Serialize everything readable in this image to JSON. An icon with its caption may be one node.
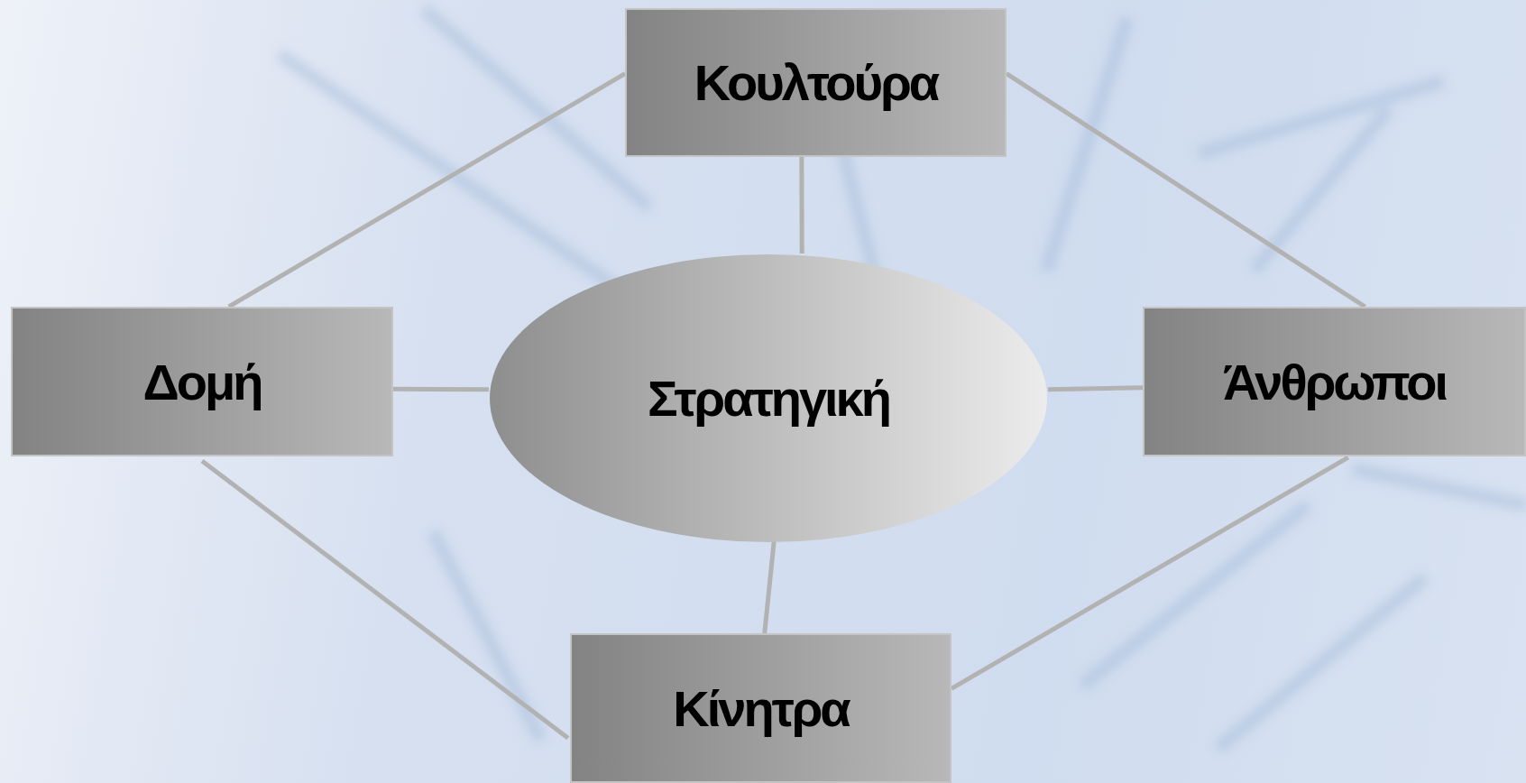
{
  "diagram": {
    "nodes": [
      {
        "text": [
          "Κουλτούρα"
        ]
      },
      {
        "text": [
          "Δομή"
        ]
      },
      {
        "text": [
          "Στρατηγική"
        ]
      },
      {
        "text": [
          "Άνθρωποι"
        ]
      },
      {
        "text": [
          "Κίνητρα"
        ]
      }
    ],
    "edges": [
      {
        "from": 0,
        "to": 2,
        "arrow": "none"
      },
      {
        "from": 1,
        "to": 2,
        "arrow": "none"
      },
      {
        "from": 2,
        "to": 3,
        "arrow": "none"
      },
      {
        "from": 2,
        "to": 4,
        "arrow": "none"
      },
      {
        "from": 0,
        "to": 1,
        "arrow": "none"
      },
      {
        "from": 0,
        "to": 3,
        "arrow": "none"
      },
      {
        "from": 1,
        "to": 4,
        "arrow": "none"
      },
      {
        "from": 3,
        "to": 4,
        "arrow": "none"
      }
    ]
  }
}
